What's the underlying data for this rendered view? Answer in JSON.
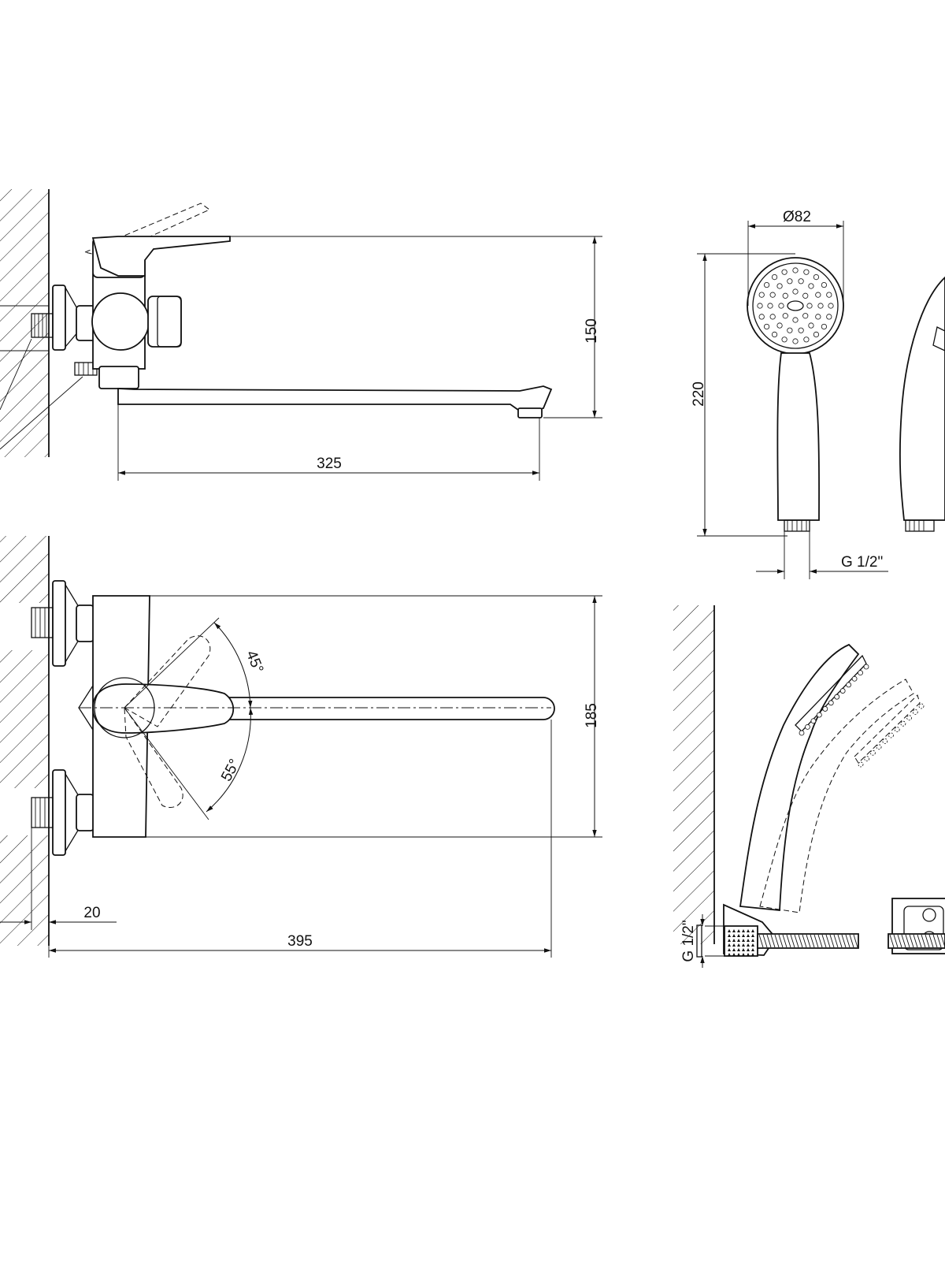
{
  "dimensions": {
    "side_height": "150",
    "side_length": "325",
    "top_depth": "185",
    "top_length": "395",
    "wall_offset": "20",
    "head_diameter": "Ø82",
    "shower_length": "220",
    "shower_thread": "G 1/2\"",
    "hose_thread": "G 1/2\""
  },
  "angles": {
    "upper": "45°",
    "lower": "55°"
  }
}
